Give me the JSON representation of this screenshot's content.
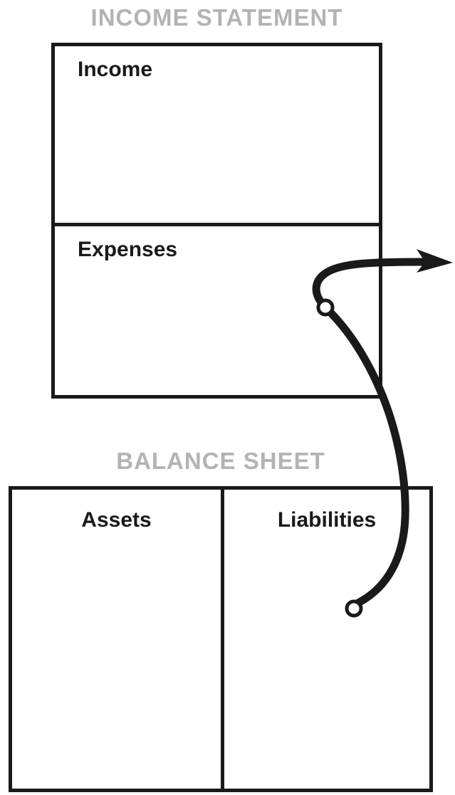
{
  "income_statement": {
    "title": "INCOME STATEMENT",
    "income_label": "Income",
    "expenses_label": "Expenses"
  },
  "balance_sheet": {
    "title": "BALANCE SHEET",
    "assets_label": "Assets",
    "liabilities_label": "Liabilities"
  },
  "arrow": {
    "name": "cash-flow-arrow",
    "from": "Liabilities",
    "through": "Expenses",
    "direction": "exits-right"
  },
  "colors": {
    "title_gray": "#b3b3b3",
    "ink": "#1a1a1a",
    "background": "#ffffff"
  }
}
